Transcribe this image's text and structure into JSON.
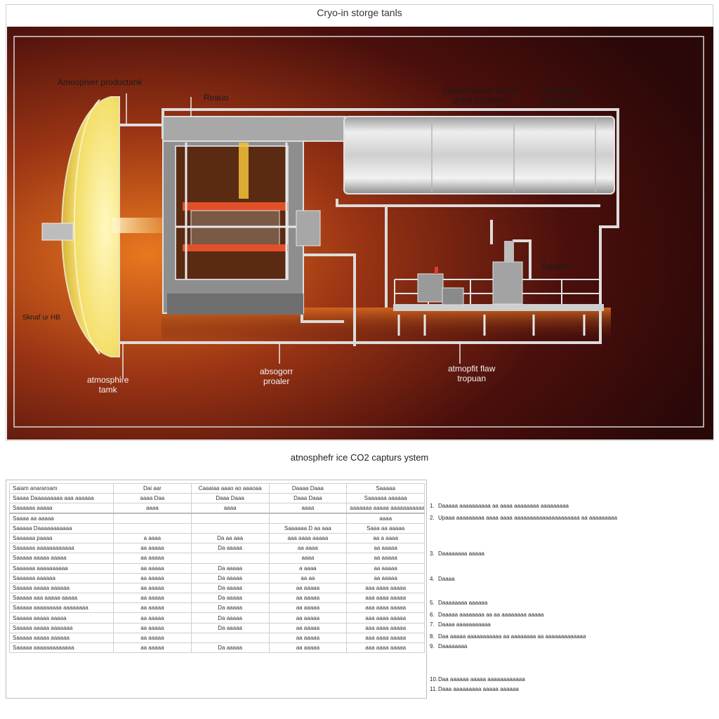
{
  "page": {
    "top_title": "Cryo-in storge tanls",
    "section_title": "atnosphefr ice CO2 capturs ystem"
  },
  "diagram": {
    "labels": {
      "left_tank_top": "Amoophier productank",
      "reactor_top": "Reauo",
      "reactor_production": "Sabatir reactr reacto\nprara poulation",
      "tank_production": "Tabaratiem\nproduction",
      "left_side": "Sknaf ur HB",
      "left_tank_bottom": "atmosphire\ntamk",
      "absorber": "absogorr\nproaler",
      "separator": "Sabatier",
      "flow": "atmopfit flaw\ntropuan"
    },
    "colors": {
      "background_dark": "#3a0b0a",
      "background_glow": "#d8641c",
      "dome": "#f4df6a",
      "steel": "#c9c9c9",
      "pipe": "#d9d9d9",
      "heater": "#e2502a"
    }
  },
  "table": {
    "rows": [
      [
        "Saiam anararoam",
        "Dai aar",
        "Caaaiaa aaao ao aaaoaa",
        "Daaaa Daaa",
        "Saaaaa"
      ],
      [
        "Saaaa Daaaaaaaaa aaa aaaaaa",
        "aaaa Daa",
        "Daaa Daaa",
        "Daaa Daaa",
        "Saaaaaa aaaaaa"
      ],
      [
        "Saaaaaa aaaaa",
        "aaaa",
        "aaaa",
        "aaaa",
        "aaaaaaa aaaaa\naaaaaaaaaaaaa"
      ],
      [
        "Saaaa aa aaaaa",
        "",
        "",
        "",
        "aaaa"
      ],
      [
        "Saaaaa Daaaaaaaaaaa",
        "",
        "",
        "Saaaaaa D aa aaa",
        "Saaa aa aaaaa"
      ],
      [
        "Saaaaaa paaaa",
        "a aaaa",
        "Da aa aaa",
        "aaa aaaa aaaaa",
        "aa a aaaa"
      ],
      [
        "Saaaaaa aaaaaaaaaaaa",
        "aa aaaaa",
        "Da aaaaa",
        "aa aaaa",
        "aa aaaaa"
      ],
      [
        "Saaaaa aaaaa aaaaa",
        "aa aaaaa",
        "",
        "aaaa",
        "aa aaaaa"
      ],
      [
        "Saaaaaa aaaaaaaaaa",
        "aa aaaaa",
        "Da aaaaa",
        "a aaaa",
        "aa aaaaa"
      ],
      [
        "Saaaaaa aaaaaa",
        "aa aaaaa",
        "Da aaaaa",
        "aa aa",
        "aa aaaaa"
      ],
      [
        "Saaaaa aaaaa aaaaaa",
        "aa aaaaa",
        "Da aaaaa",
        "aa aaaaa",
        "aaa aaaa aaaaa"
      ],
      [
        "Saaaaa aaa aaaaa aaaaa",
        "aa aaaaa",
        "Da aaaaa",
        "aa aaaaa",
        "aaa aaaa aaaaa"
      ],
      [
        "Saaaaa aaaaaaaaa aaaaaaaa",
        "aa aaaaa",
        "Da aaaaa",
        "aa aaaaa",
        "aaa aaaa aaaaa"
      ],
      [
        "Saaaaa aaaaa aaaaa",
        "aa aaaaa",
        "Da aaaaa",
        "aa aaaaa",
        "aaa aaaa aaaaa"
      ],
      [
        "Saaaaa aaaaa aaaaaaa",
        "aa aaaaa",
        "Da aaaaa",
        "aa aaaaa",
        "aaa aaaa aaaaa"
      ],
      [
        "Saaaaa aaaaa aaaaaa",
        "aa aaaaa",
        "",
        "aa aaaaa",
        "aaa aaaa aaaaa"
      ],
      [
        "Saaaaa aaaaaaaaaaaaa",
        "aa aaaaa",
        "Da aaaaa",
        "aa aaaaa",
        "aaa aaaa aaaaa"
      ]
    ]
  },
  "notes": [
    {
      "num": "1.",
      "text": "Daaaaa aaaaaaaaaa aa aaaa aaaaaaaa aaaaaaaaa"
    },
    {
      "num": "2.",
      "text": "Upaaa aaaaaaaaa aaaa aaaa aaaaaaaaaaaaaaaaaaaaa aa aaaaaaaaa"
    },
    {
      "num": "3.",
      "text": "Daaaaaaaa aaaaa"
    },
    {
      "num": "4.",
      "text": "Daaaa"
    },
    {
      "num": "5.",
      "text": "Daaaaaaaa aaaaaa"
    },
    {
      "num": "6.",
      "text": "Daaaaa aaaaaaaa aa aa aaaaaaaa aaaaa"
    },
    {
      "num": "7.",
      "text": "Daaaa aaaaaaaaaaa"
    },
    {
      "num": "8.",
      "text": "Daa aaaaa aaaaaaaaaaa aa aaaaaaaa aa aaaaaaaaaaaaa"
    },
    {
      "num": "9.",
      "text": "Daaaaaaaa"
    },
    {
      "num": "10.",
      "text": "Daa aaaaaa aaaaa aaaaaaaaaaaa"
    },
    {
      "num": "11.",
      "text": "Daaa aaaaaaaaa aaaaa aaaaaa"
    }
  ]
}
